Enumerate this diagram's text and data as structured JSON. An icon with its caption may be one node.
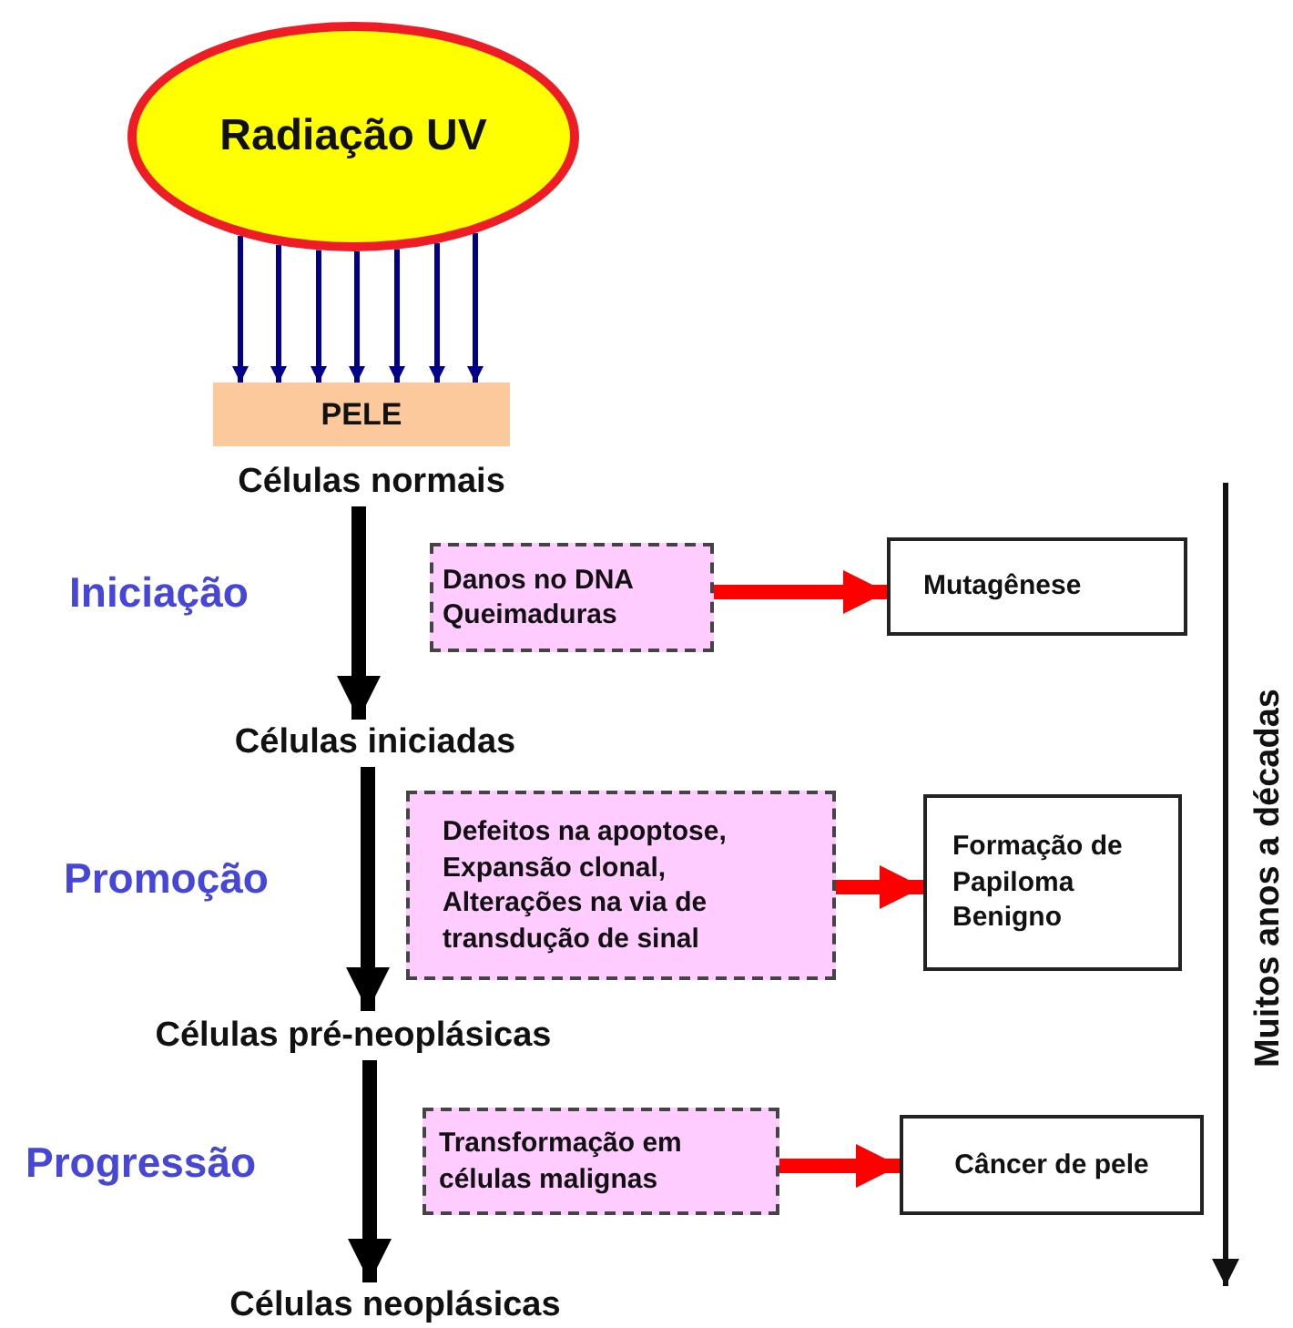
{
  "diagram": {
    "nodes": [
      {
        "text": [
          "Radiação UV"
        ]
      },
      {
        "text": [
          "PELE"
        ]
      },
      {
        "text": [
          "Células normais"
        ]
      },
      {
        "text": [
          "Células iniciadas"
        ]
      },
      {
        "text": [
          "Células pré-neoplásicas"
        ]
      },
      {
        "text": [
          "Células neoplásicas"
        ]
      },
      {
        "text": [
          "Danos no DNA",
          "Queimaduras"
        ]
      },
      {
        "text": [
          "Mutagênese"
        ]
      },
      {
        "text": [
          "Defeitos na apoptose, Expansão clonal, Alterações na via de transdução de sinal"
        ]
      },
      {
        "text": [
          "Formação de Papiloma Benigno"
        ]
      },
      {
        "text": [
          "Transformação em células malignas"
        ]
      },
      {
        "text": [
          "Câncer de pele"
        ]
      }
    ],
    "edges": [
      {
        "from": 0,
        "to": 1,
        "arrow": "to"
      },
      {
        "from": 0,
        "to": 1,
        "arrow": "to"
      },
      {
        "from": 0,
        "to": 1,
        "arrow": "to"
      },
      {
        "from": 0,
        "to": 1,
        "arrow": "to"
      },
      {
        "from": 0,
        "to": 1,
        "arrow": "to"
      },
      {
        "from": 0,
        "to": 1,
        "arrow": "to"
      },
      {
        "from": 0,
        "to": 1,
        "arrow": "to"
      },
      {
        "from": 2,
        "to": 3,
        "arrow": "to",
        "style": "thick",
        "color": "#000000"
      },
      {
        "from": 3,
        "to": 4,
        "arrow": "to",
        "style": "thick",
        "color": "#000000"
      },
      {
        "from": 4,
        "to": 5,
        "arrow": "to",
        "style": "thick",
        "color": "#000000"
      },
      {
        "from": 6,
        "to": 7,
        "arrow": "to",
        "style": "thick",
        "color": "#ff0000"
      },
      {
        "from": 8,
        "to": 9,
        "arrow": "to",
        "style": "thick",
        "color": "#ff0000"
      },
      {
        "from": 10,
        "to": 11,
        "arrow": "to",
        "style": "thick",
        "color": "#ff0000"
      }
    ],
    "labels": [
      "Iniciação",
      "Promoção",
      "Progressão",
      "Muitos anos a décadas"
    ]
  }
}
